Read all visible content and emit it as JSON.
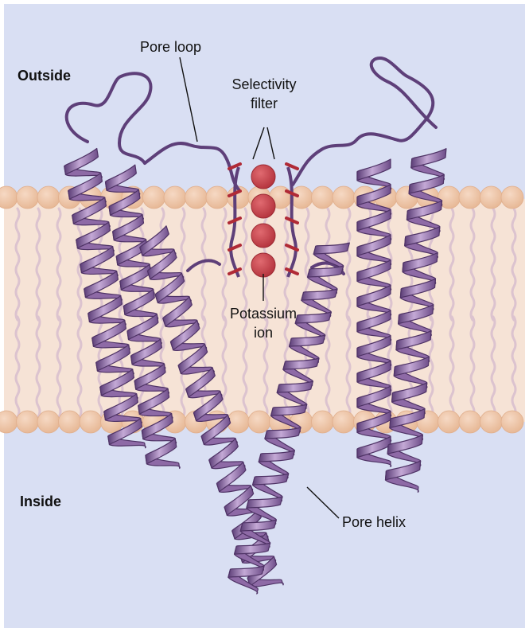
{
  "labels": {
    "outside": "Outside",
    "inside": "Inside",
    "pore_loop": "Pore loop",
    "selectivity_filter_line1": "Selectivity",
    "selectivity_filter_line2": "filter",
    "potassium_ion_line1": "Potassium",
    "potassium_ion_line2": "ion",
    "pore_helix": "Pore helix"
  },
  "colors": {
    "background": "#d9dff3",
    "membrane_band": "#f6e3d6",
    "lipid_head": "#efc6a8",
    "lipid_tail": "#dcc3cf",
    "helix_fill": "#8e6aa6",
    "helix_light": "#c2a6d3",
    "helix_edge": "#4f3366",
    "loop_line": "#5e3f79",
    "ion_fill": "#c9454d",
    "filter_tick": "#b02a36"
  },
  "ions_count": 4
}
